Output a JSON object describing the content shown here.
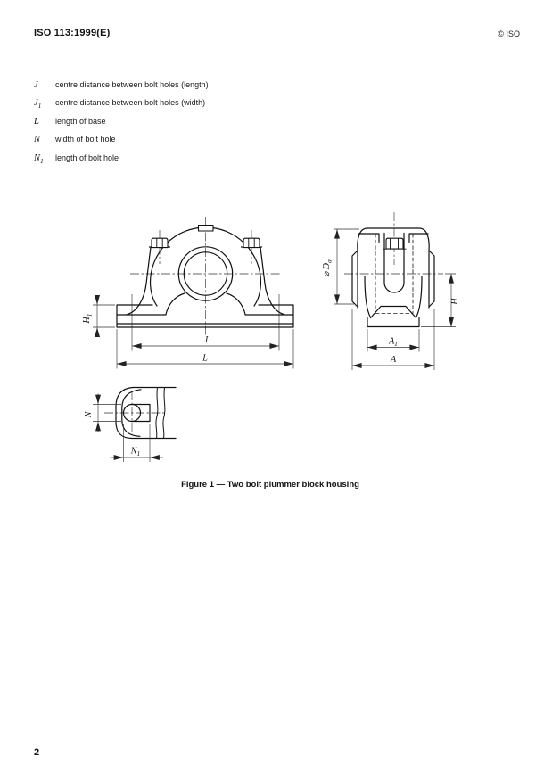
{
  "header": {
    "doc_number": "ISO 113:1999(E)",
    "copyright": "© ISO"
  },
  "definitions": [
    {
      "symbol": "J",
      "sub": "",
      "text": "centre distance between bolt holes (length)"
    },
    {
      "symbol": "J",
      "sub": "1",
      "text": "centre distance between bolt holes (width)"
    },
    {
      "symbol": "L",
      "sub": "",
      "text": "length of base"
    },
    {
      "symbol": "N",
      "sub": "",
      "text": "width of bolt hole"
    },
    {
      "symbol": "N",
      "sub": "1",
      "text": "length of bolt hole"
    }
  ],
  "figure": {
    "caption": "Figure 1 — Two bolt plummer block housing",
    "dims": {
      "H1": {
        "main": "H",
        "sub": "1"
      },
      "J": {
        "main": "J",
        "sub": ""
      },
      "L": {
        "main": "L",
        "sub": ""
      },
      "Da": {
        "main": "⌀ D",
        "sub": "a"
      },
      "A1": {
        "main": "A",
        "sub": "1"
      },
      "A": {
        "main": "A",
        "sub": ""
      },
      "H": {
        "main": "H",
        "sub": ""
      },
      "N": {
        "main": "N",
        "sub": ""
      },
      "N1": {
        "main": "N",
        "sub": "1"
      }
    }
  },
  "page_number": "2",
  "colors": {
    "ink": "#111111",
    "paper": "#ffffff"
  }
}
